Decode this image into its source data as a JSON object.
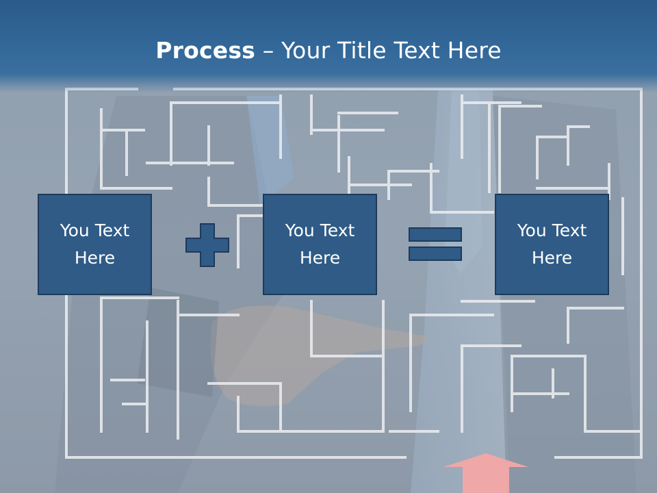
{
  "slide": {
    "title_strong": "Process",
    "title_rest": " – Your Title Text Here",
    "boxes": [
      {
        "line1": "You Text",
        "line2": "Here"
      },
      {
        "line1": "You Text",
        "line2": "Here"
      },
      {
        "line1": "You Text",
        "line2": "Here"
      }
    ]
  },
  "icons": {
    "plus": "plus-icon",
    "equals": "equals-icon",
    "arrow": "arrow-up-icon",
    "background": "maze-illustration"
  },
  "colors": {
    "header": "#2b5a8a",
    "box_fill": "#2f5b86",
    "box_border": "#1c3a5a",
    "maze_line": "#ffffff",
    "arrow": "#f3a6a6"
  }
}
